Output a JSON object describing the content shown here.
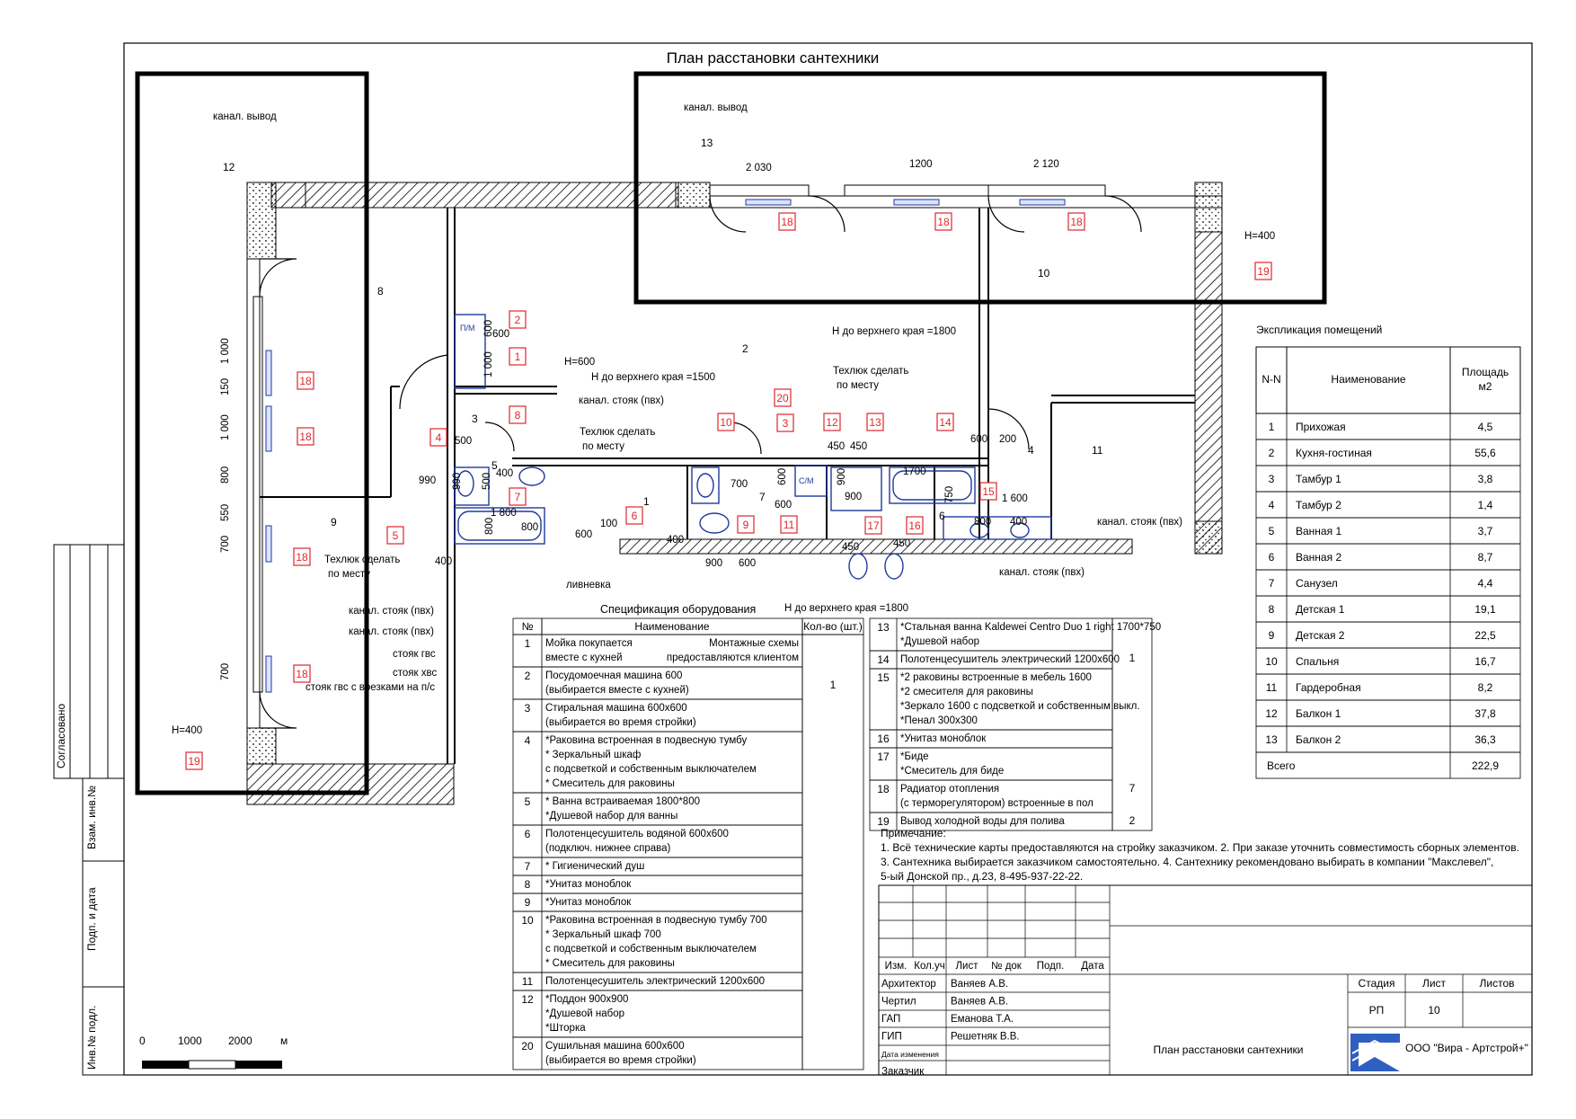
{
  "title": "План расстановки сантехники",
  "labels": {
    "kanal_vyvod": "канал. вывод",
    "h400": "H=400",
    "h600": "H=600",
    "h_top_1500": "Н до верхнего края =1500",
    "h_top_1800": "Н до верхнего края =1800",
    "h_top_1800_b": "Н до верхнего края =1800",
    "stoyak_pvh": "канал. стояк (пвх)",
    "teh_1": "Техлюк сделать",
    "teh_2": "по месту",
    "stoyak_gvs": "стояк гвс",
    "stoyak_hvs": "стояк хвс",
    "stoyak_gvs_vrezki": "стояк гвс с врезками на п/с",
    "livnevka": "ливневка",
    "pm": "П/М",
    "sm": "С/М"
  },
  "rooms": [
    "1",
    "2",
    "3",
    "4",
    "5",
    "6",
    "7",
    "8",
    "9",
    "10",
    "11",
    "12",
    "13"
  ],
  "dims": {
    "d2030": "2 030",
    "d1200": "1200",
    "d2120": "2 120",
    "d1000": "1 000",
    "d150": "150",
    "d800": "800",
    "d550": "550",
    "d700": "700",
    "d600": "600",
    "d500": "500",
    "d990": "990",
    "d400": "400",
    "d1800": "1 800",
    "d100": "100",
    "d450": "450",
    "d900": "900",
    "d200": "200",
    "d1700": "1700",
    "d750": "750",
    "d1600": "1 600"
  },
  "scale": {
    "s0": "0",
    "s1000": "1000",
    "s2000": "2000",
    "unit": "м"
  },
  "side_stamp": [
    "Согласовано",
    "Взам. инв.№",
    "Подп. и дата",
    "Инв.№ подл."
  ],
  "spec": {
    "title": "Спецификация оборудования",
    "col_no": "№",
    "col_name": "Наименование",
    "col_qty": "Кол-во (шт.)",
    "rows": [
      {
        "no": "1",
        "lines": [
          "Мойка покупается",
          "вместе с кухней"
        ],
        "extra": [
          "Монтажные схемы",
          "предоставляются клиентом"
        ]
      },
      {
        "no": "2",
        "lines": [
          "Посудомоечная машина 600",
          "(выбирается вместе с кухней)"
        ]
      },
      {
        "no": "3",
        "lines": [
          "Стиральная машина 600x600",
          "(выбирается во время стройки)"
        ]
      },
      {
        "no": "4",
        "lines": [
          "*Раковина встроенная в подвесную тумбу",
          "* Зеркальный шкаф",
          "с подсветкой и собственным выключателем",
          "* Смеситель для раковины"
        ]
      },
      {
        "no": "5",
        "lines": [
          "* Ванна встраиваемая  1800*800",
          "*Душевой набор для ванны"
        ]
      },
      {
        "no": "6",
        "lines": [
          "Полотенцесушитель водяной 600x600",
          "(подключ. нижнее справа)"
        ]
      },
      {
        "no": "7",
        "lines": [
          "* Гигиенический душ"
        ]
      },
      {
        "no": "8",
        "lines": [
          "*Унитаз моноблок"
        ]
      },
      {
        "no": "9",
        "lines": [
          "*Унитаз моноблок"
        ]
      },
      {
        "no": "10",
        "lines": [
          "*Раковина встроенная в подвесную тумбу 700",
          "* Зеркальный шкаф 700",
          "с подсветкой и собственным выключателем",
          "* Смеситель для раковины"
        ]
      },
      {
        "no": "11",
        "lines": [
          "Полотенцесушитель электрический 1200x600"
        ]
      },
      {
        "no": "12",
        "lines": [
          "*Поддон 900x900",
          "*Душевой набор",
          "*Шторка"
        ]
      },
      {
        "no": "20",
        "lines": [
          "Сушильная машина 600x600",
          "(выбирается во время стройки)"
        ]
      }
    ],
    "qty_1": "1",
    "rows2": [
      {
        "no": "13",
        "lines": [
          "*Стальная ванна Kaldewei Centro Duo 1 right 1700*750",
          "*Душевой набор"
        ]
      },
      {
        "no": "14",
        "lines": [
          "Полотенцесушитель электрический 1200x600"
        ]
      },
      {
        "no": "15",
        "lines": [
          "*2 раковины встроенные в мебель 1600",
          "*2 смесителя для раковины",
          "*Зеркало 1600 с подсветкой и собственным выкл.",
          "*Пенал 300x300"
        ]
      },
      {
        "no": "16",
        "lines": [
          "*Унитаз моноблок"
        ]
      },
      {
        "no": "17",
        "lines": [
          "*Биде",
          "*Смеситель для биде"
        ]
      },
      {
        "no": "18",
        "lines": [
          "Радиатор отопления",
          "(с терморегулятором) встроенные в пол"
        ],
        "qty": "7"
      },
      {
        "no": "19",
        "lines": [
          "Вывод холодной воды для полива"
        ],
        "qty": "2"
      }
    ],
    "qty_2": "1"
  },
  "explication": {
    "title": "Экспликация  помещений",
    "col_no": "N-N",
    "col_name": "Наименование",
    "col_area_1": "Площадь",
    "col_area_2": "м2",
    "rows": [
      {
        "no": "1",
        "name": "Прихожая",
        "area": "4,5"
      },
      {
        "no": "2",
        "name": "Кухня-гостиная",
        "area": "55,6"
      },
      {
        "no": "3",
        "name": "Тамбур 1",
        "area": "3,8"
      },
      {
        "no": "4",
        "name": "Тамбур 2",
        "area": "1,4"
      },
      {
        "no": "5",
        "name": "Ванная 1",
        "area": "3,7"
      },
      {
        "no": "6",
        "name": "Ванная 2",
        "area": "8,7"
      },
      {
        "no": "7",
        "name": "Санузел",
        "area": "4,4"
      },
      {
        "no": "8",
        "name": "Детская 1",
        "area": "19,1"
      },
      {
        "no": "9",
        "name": "Детская 2",
        "area": "22,5"
      },
      {
        "no": "10",
        "name": "Спальня",
        "area": "16,7"
      },
      {
        "no": "11",
        "name": "Гардеробная",
        "area": "8,2"
      },
      {
        "no": "12",
        "name": "Балкон 1",
        "area": "37,8"
      },
      {
        "no": "13",
        "name": "Балкон 2",
        "area": "36,3"
      }
    ],
    "total_label": "Всего",
    "total_value": "222,9"
  },
  "notes": {
    "title": "Примечание:",
    "line1": "1. Всё технические карты предоставляются на стройку заказчиком.     2. При заказе уточнить совместимость сборных элементов.",
    "line2": "3. Сантехника выбирается заказчиком самостоятельно.    4. Сантехнику рекомендовано выбирать в компании \"Макслевел\",",
    "line3": "5-ый Донской пр., д.23, 8-495-937-22-22."
  },
  "title_block": {
    "headers": [
      "Изм.",
      "Кол.уч",
      "Лист",
      "№ док",
      "Подп.",
      "Дата"
    ],
    "people": [
      {
        "role": "Архитектор",
        "name": "Ваняев А.В."
      },
      {
        "role": "Чертил",
        "name": "Ваняев А.В."
      },
      {
        "role": "ГАП",
        "name": "Еманова Т.А."
      },
      {
        "role": "ГИП",
        "name": "Решетняк В.В."
      },
      {
        "role": "Дата изменения",
        "name": ""
      },
      {
        "role": "Заказчик",
        "name": ""
      }
    ],
    "sheet_title": "План расстановки сантехники",
    "stage_label": "Стадия",
    "sheet_label": "Лист",
    "sheets_label": "Листов",
    "stage": "РП",
    "sheet": "10",
    "sheets": "",
    "company": "ООО \"Вира - Артстрой+\""
  },
  "colors": {
    "marker": "#e0262b",
    "fixture": "#1f3a9e",
    "hatch": "#000000"
  }
}
